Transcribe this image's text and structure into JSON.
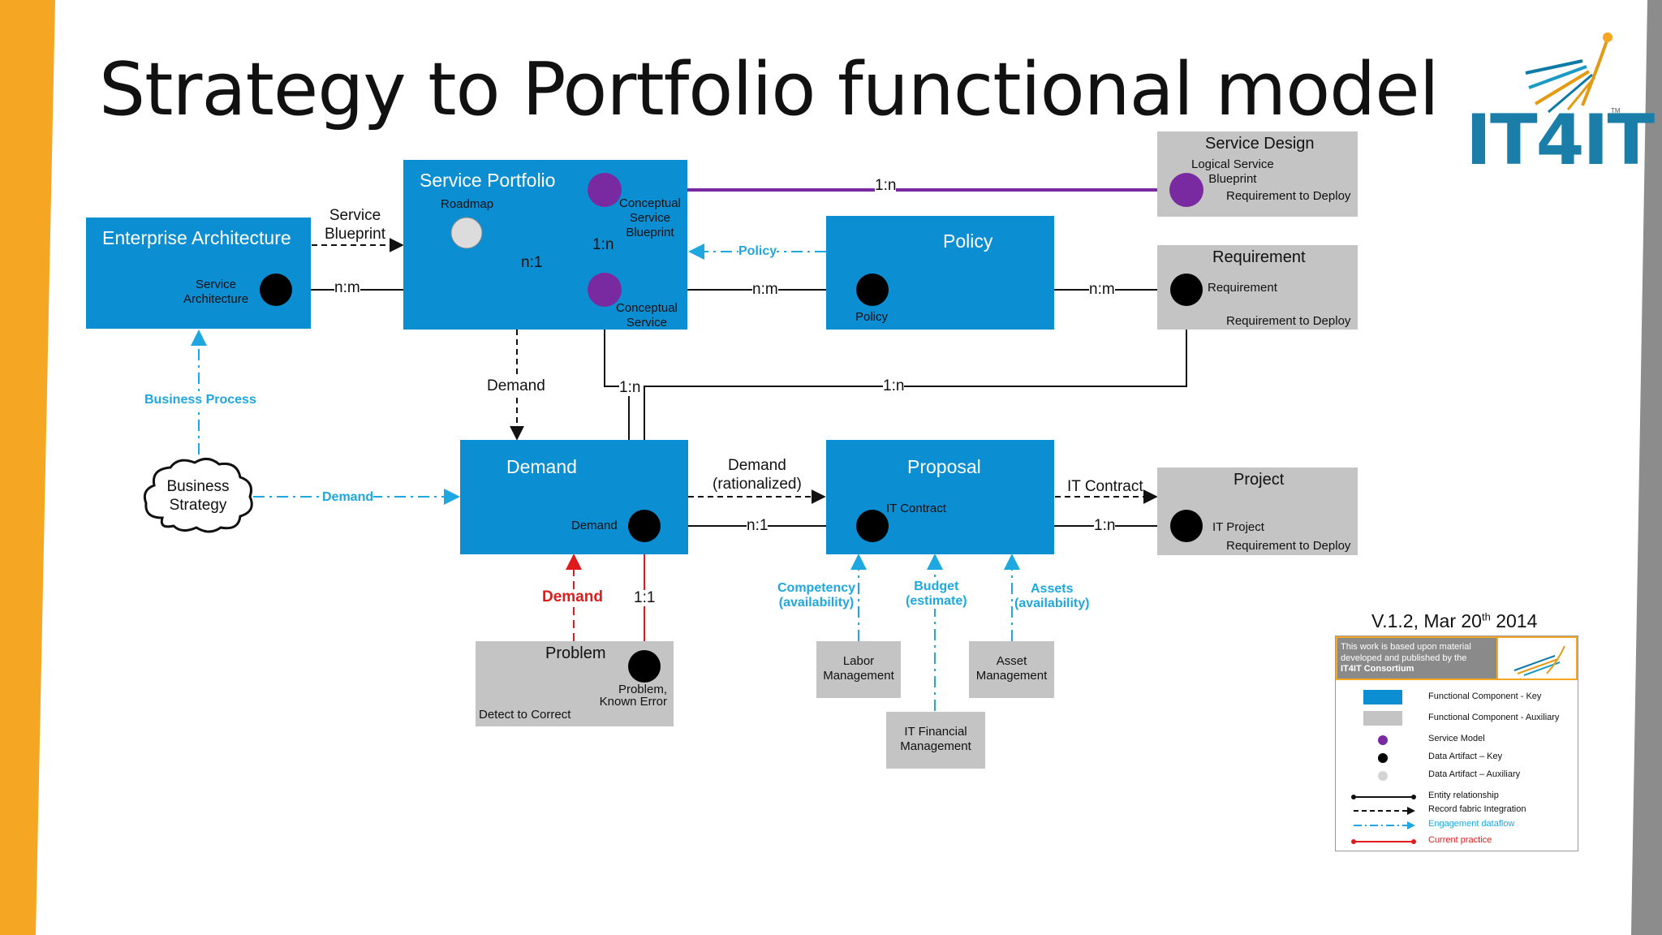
{
  "title": "Strategy to Portfolio functional model",
  "brand": {
    "logo_text": "IT4IT",
    "tm": "TM"
  },
  "colors": {
    "key_blue": "#0c8ed3",
    "aux_grey": "#c4c4c4",
    "service_model": "#7a2aa0",
    "engagement": "#1ea7e0",
    "current_practice": "#e11b1b",
    "accent_orange": "#f5a623"
  },
  "boxes": {
    "enterprise_architecture": {
      "title": "Enterprise Architecture",
      "service_architecture": "Service\nArchitecture"
    },
    "service_portfolio": {
      "title": "Service Portfolio",
      "roadmap": "Roadmap",
      "conceptual_service_blueprint": "Conceptual\nService\nBlueprint",
      "conceptual_service": "Conceptual\nService"
    },
    "policy": {
      "title": "Policy",
      "policy_artifact": "Policy"
    },
    "service_design": {
      "title": "Service Design",
      "artifact": "Logical Service\nBlueprint",
      "stream": "Requirement to Deploy"
    },
    "requirement": {
      "title": "Requirement",
      "artifact": "Requirement",
      "stream": "Requirement to Deploy"
    },
    "demand": {
      "title": "Demand",
      "artifact": "Demand"
    },
    "proposal": {
      "title": "Proposal",
      "artifact": "IT Contract"
    },
    "project": {
      "title": "Project",
      "artifact": "IT Project",
      "stream": "Requirement to Deploy"
    },
    "problem": {
      "title": "Problem",
      "artifact": "Problem,\nKnown Error",
      "stream": "Detect to Correct"
    },
    "labor_management": {
      "title": "Labor\nManagement"
    },
    "asset_management": {
      "title": "Asset\nManagement"
    },
    "it_financial_management": {
      "title": "IT Financial\nManagement"
    }
  },
  "cloud": {
    "label": "Business\nStrategy"
  },
  "edges": {
    "service_blueprint": "Service\nBlueprint",
    "ea_sp_card": "n:m",
    "sp_policy_card": "n:m",
    "policy_req_card": "n:m",
    "roadmap_card": "n:1",
    "csb_vertical": "1:n",
    "logical_blueprint_card": "1:n",
    "demand_flow": "Demand",
    "demand_1n": "1:n",
    "requirement_1n": "1:n",
    "demand_rationalized": "Demand\n(rationalized)",
    "demand_proposal_card": "n:1",
    "it_contract": "IT Contract",
    "proposal_project_card": "1:n",
    "problem_card": "1:1"
  },
  "engagement": {
    "business_process": "Business Process",
    "policy": "Policy",
    "demand": "Demand",
    "competency": "Competency\n(availability)",
    "budget": "Budget\n(estimate)",
    "assets": "Assets\n(availability)"
  },
  "current_practice": {
    "demand": "Demand"
  },
  "version": {
    "text": "V.1.2, Mar 20",
    "sup": "th",
    "year": " 2014"
  },
  "legend": {
    "attribution": "This work is based upon material\ndeveloped and published by the",
    "attribution_bold": "IT4IT Consortium",
    "items": [
      "Functional Component - Key",
      "Functional Component - Auxiliary",
      "Service Model",
      "Data Artifact – Key",
      "Data Artifact – Auxiliary",
      "Entity relationship",
      "Record fabric Integration",
      "Engagement dataflow",
      "Current practice"
    ]
  }
}
